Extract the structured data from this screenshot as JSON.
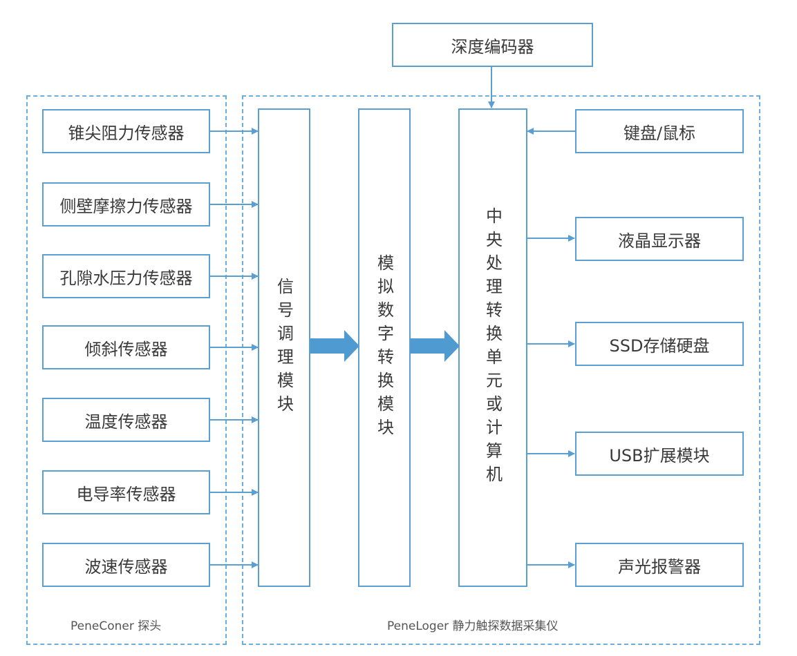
{
  "encoder": "深度编码器",
  "probe_group_label": "PeneConer 探头",
  "logger_group_label": "PeneLoger 静力触探数据采集仪",
  "sensors": [
    "锥尖阻力传感器",
    "侧壁摩擦力传感器",
    "孔隙水压力传感器",
    "倾斜传感器",
    "温度传感器",
    "电导率传感器",
    "波速传感器"
  ],
  "signal_module": "信号调理模块",
  "adc_module": "模拟数字转换模块",
  "cpu_module": "中央处理转换单元或计算机",
  "peripherals": [
    "键盘/鼠标",
    "液晶显示器",
    "SSD存储硬盘",
    "USB扩展模块",
    "声光报警器"
  ],
  "colors": {
    "line": "#5a9fd4",
    "dashed": "#6aaede",
    "arrow_fill": "#4f9bd1"
  }
}
